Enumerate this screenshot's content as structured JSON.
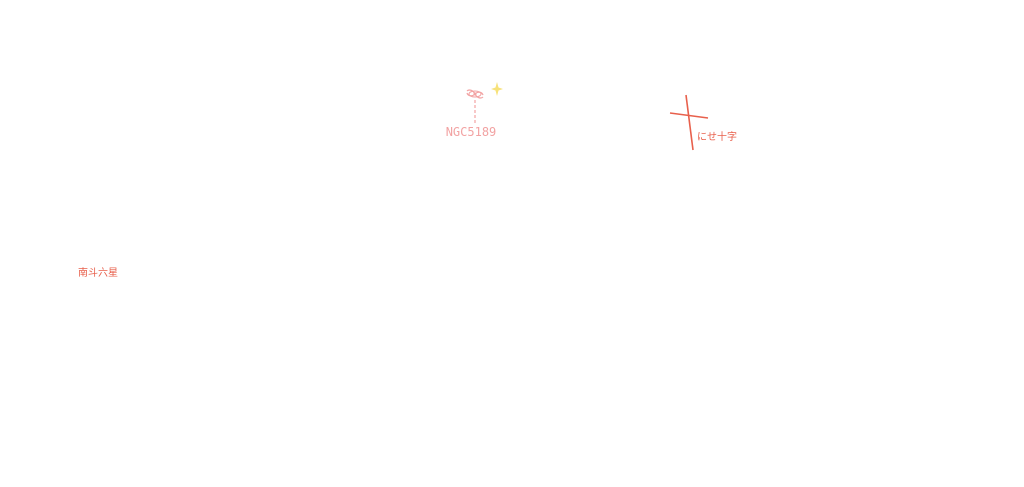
{
  "galaxy": {
    "name": "NGC5189",
    "icon": "galaxy-icon",
    "color": "#f2a3a3"
  },
  "sparkle": {
    "icon": "sparkle-icon",
    "color": "#f7e27a"
  },
  "asterisms": [
    {
      "name": "にせ十字",
      "color": "#e8604c"
    },
    {
      "name": "南斗六星",
      "color": "#e8604c"
    }
  ]
}
